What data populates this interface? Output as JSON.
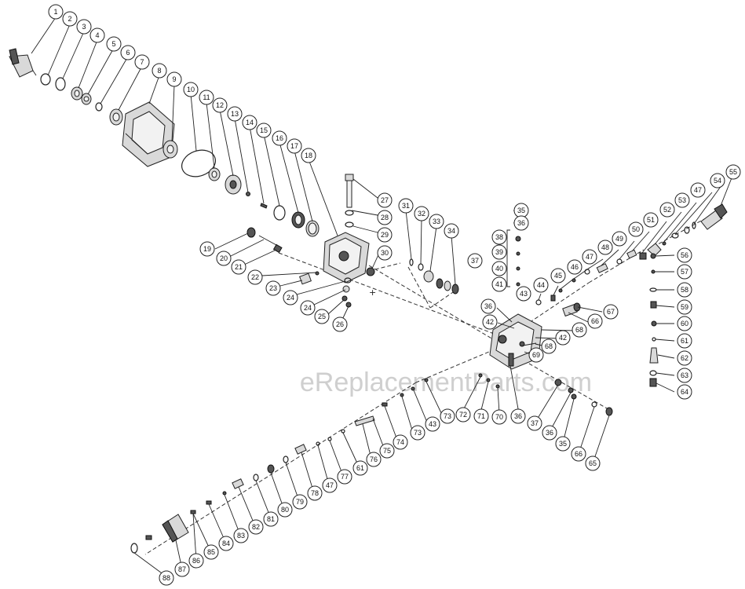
{
  "watermark": "eReplacementParts.com",
  "callouts": [
    "1",
    "2",
    "3",
    "4",
    "5",
    "6",
    "7",
    "8",
    "9",
    "10",
    "11",
    "12",
    "13",
    "14",
    "15",
    "16",
    "17",
    "18",
    "19",
    "20",
    "21",
    "22",
    "23",
    "24",
    "24",
    "25",
    "26",
    "27",
    "28",
    "29",
    "30",
    "31",
    "32",
    "33",
    "34",
    "35",
    "36",
    "38",
    "39",
    "40",
    "41",
    "37",
    "43",
    "44",
    "45",
    "46",
    "47",
    "48",
    "49",
    "50",
    "51",
    "52",
    "53",
    "47",
    "54",
    "55",
    "56",
    "57",
    "58",
    "59",
    "60",
    "61",
    "62",
    "63",
    "64",
    "36",
    "42",
    "67",
    "66",
    "68",
    "42",
    "68",
    "69",
    "73",
    "43",
    "73",
    "72",
    "71",
    "70",
    "36",
    "37",
    "36",
    "35",
    "66",
    "65",
    "74",
    "75",
    "76",
    "61",
    "77",
    "47",
    "78",
    "79",
    "80",
    "81",
    "82",
    "83",
    "84",
    "85",
    "86",
    "87",
    "88"
  ]
}
